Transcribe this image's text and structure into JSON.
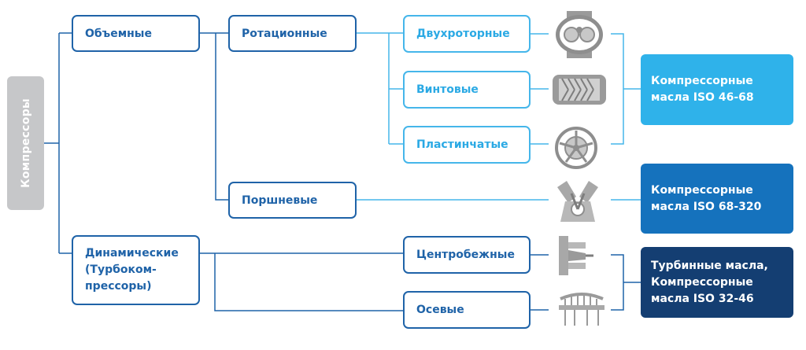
{
  "root": {
    "label": "Компрессоры"
  },
  "nodes": {
    "volumetric": "Объемные",
    "dynamic": "Динамические\n(Турбоком-\nпрессоры)",
    "rotary": "Ротационные",
    "piston": "Поршневые",
    "twin_rotor": "Двухроторные",
    "screw": "Винтовые",
    "vane": "Пластинчатые",
    "centrifugal": "Центробежные",
    "axial": "Осевые"
  },
  "results": {
    "iso_46_68": "Компрессорные\nмасла ISO 46-68",
    "iso_68_320": "Компрессорные\nмасла ISO 68-320",
    "iso_32_46": "Турбинные масла,\nКомпрессорные\nмасла ISO 32-46"
  },
  "icons": [
    "twin-rotor-compressor-icon",
    "screw-compressor-icon",
    "vane-compressor-icon",
    "piston-compressor-icon",
    "centrifugal-compressor-icon",
    "axial-compressor-icon"
  ],
  "colors": {
    "dark_blue": "#1b3f74",
    "mid_blue": "#1f63a8",
    "light_blue": "#45b6ea",
    "result_light": "#2fb2ea",
    "result_mid": "#1572bd",
    "result_dark": "#143e72",
    "root_gray": "#c6c7c9"
  }
}
